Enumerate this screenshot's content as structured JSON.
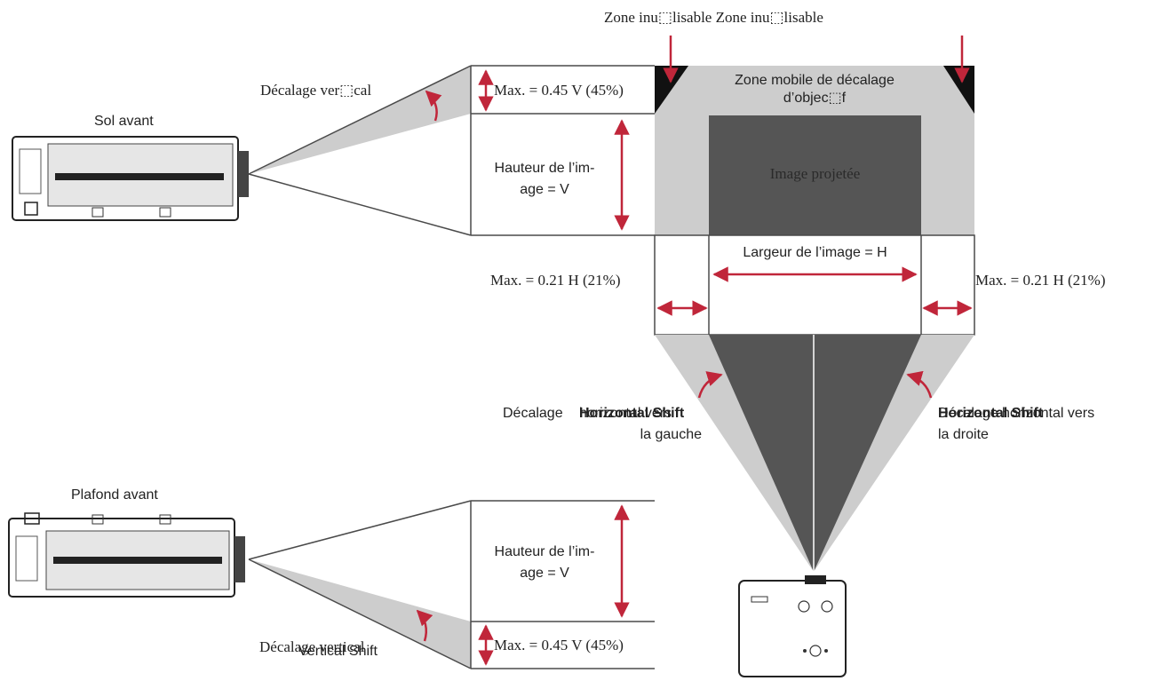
{
  "labels": {
    "top_zones": "Zone inu⬚lisable Zone inu⬚lisable",
    "zone_mobile_1": "Zone mobile de décalage",
    "zone_mobile_2": "d’objec⬚f",
    "image_projetee": "Image projetée",
    "sol_avant": "Sol avant",
    "plafond_avant": "Plafond avant",
    "decalage_vertical_top": "Décalage ver⬚cal",
    "max_045_top": "Max. = 0.45 V (45%)",
    "hauteur_top_1": "Hauteur de l’im-",
    "hauteur_top_2": "age = V",
    "largeur": "Largeur de l’image = H",
    "max_021_left": "Max. = 0.21 H (21%)",
    "max_021_right": "Max. = 0.21 H (21%)",
    "left_shift_a": "Décalage",
    "left_shift_b": "Horizontal Shift",
    "left_shift_c": "horizontal vers",
    "left_shift_2": "la gauche",
    "right_shift_a": "Décalage horizontal vers",
    "right_shift_b": "Horizontal Shift",
    "right_shift_2": "la droite",
    "hauteur_bottom_1": "Hauteur de l’im-",
    "hauteur_bottom_2": "age = V",
    "max_045_bottom": "Max. = 0.45 V (45%)",
    "decalage_vertical_bottom": "Décalage vertical",
    "vertical_shift_bottom": "Vertical Shift"
  },
  "colors": {
    "light_gray": "#cdcdcd",
    "dark_gray": "#555555",
    "arrow_red": "#c0263a",
    "line": "#4a4a4a",
    "black": "#111111"
  },
  "icons": {
    "projector_side_top": "projector-front-floor-icon",
    "projector_side_bottom": "projector-front-ceiling-icon",
    "projector_top_view": "projector-top-view-icon"
  }
}
